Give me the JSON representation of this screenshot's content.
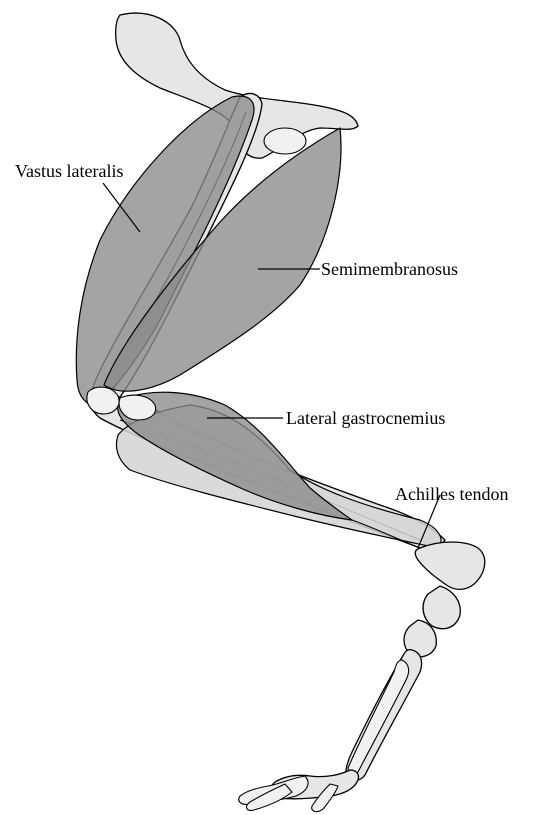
{
  "labels": {
    "vastus_lateralis": "Vastus lateralis",
    "semimembranosus": "Semimembranosus",
    "lateral_gastrocnemius": "Lateral gastrocnemius",
    "achilles_tendon": "Achilles tendon"
  },
  "colors": {
    "bone_fill": "#e6e6e6",
    "muscle_fill": "#8a8a8a",
    "sheath_fill": "#d4d4d4",
    "outline": "#000000"
  }
}
